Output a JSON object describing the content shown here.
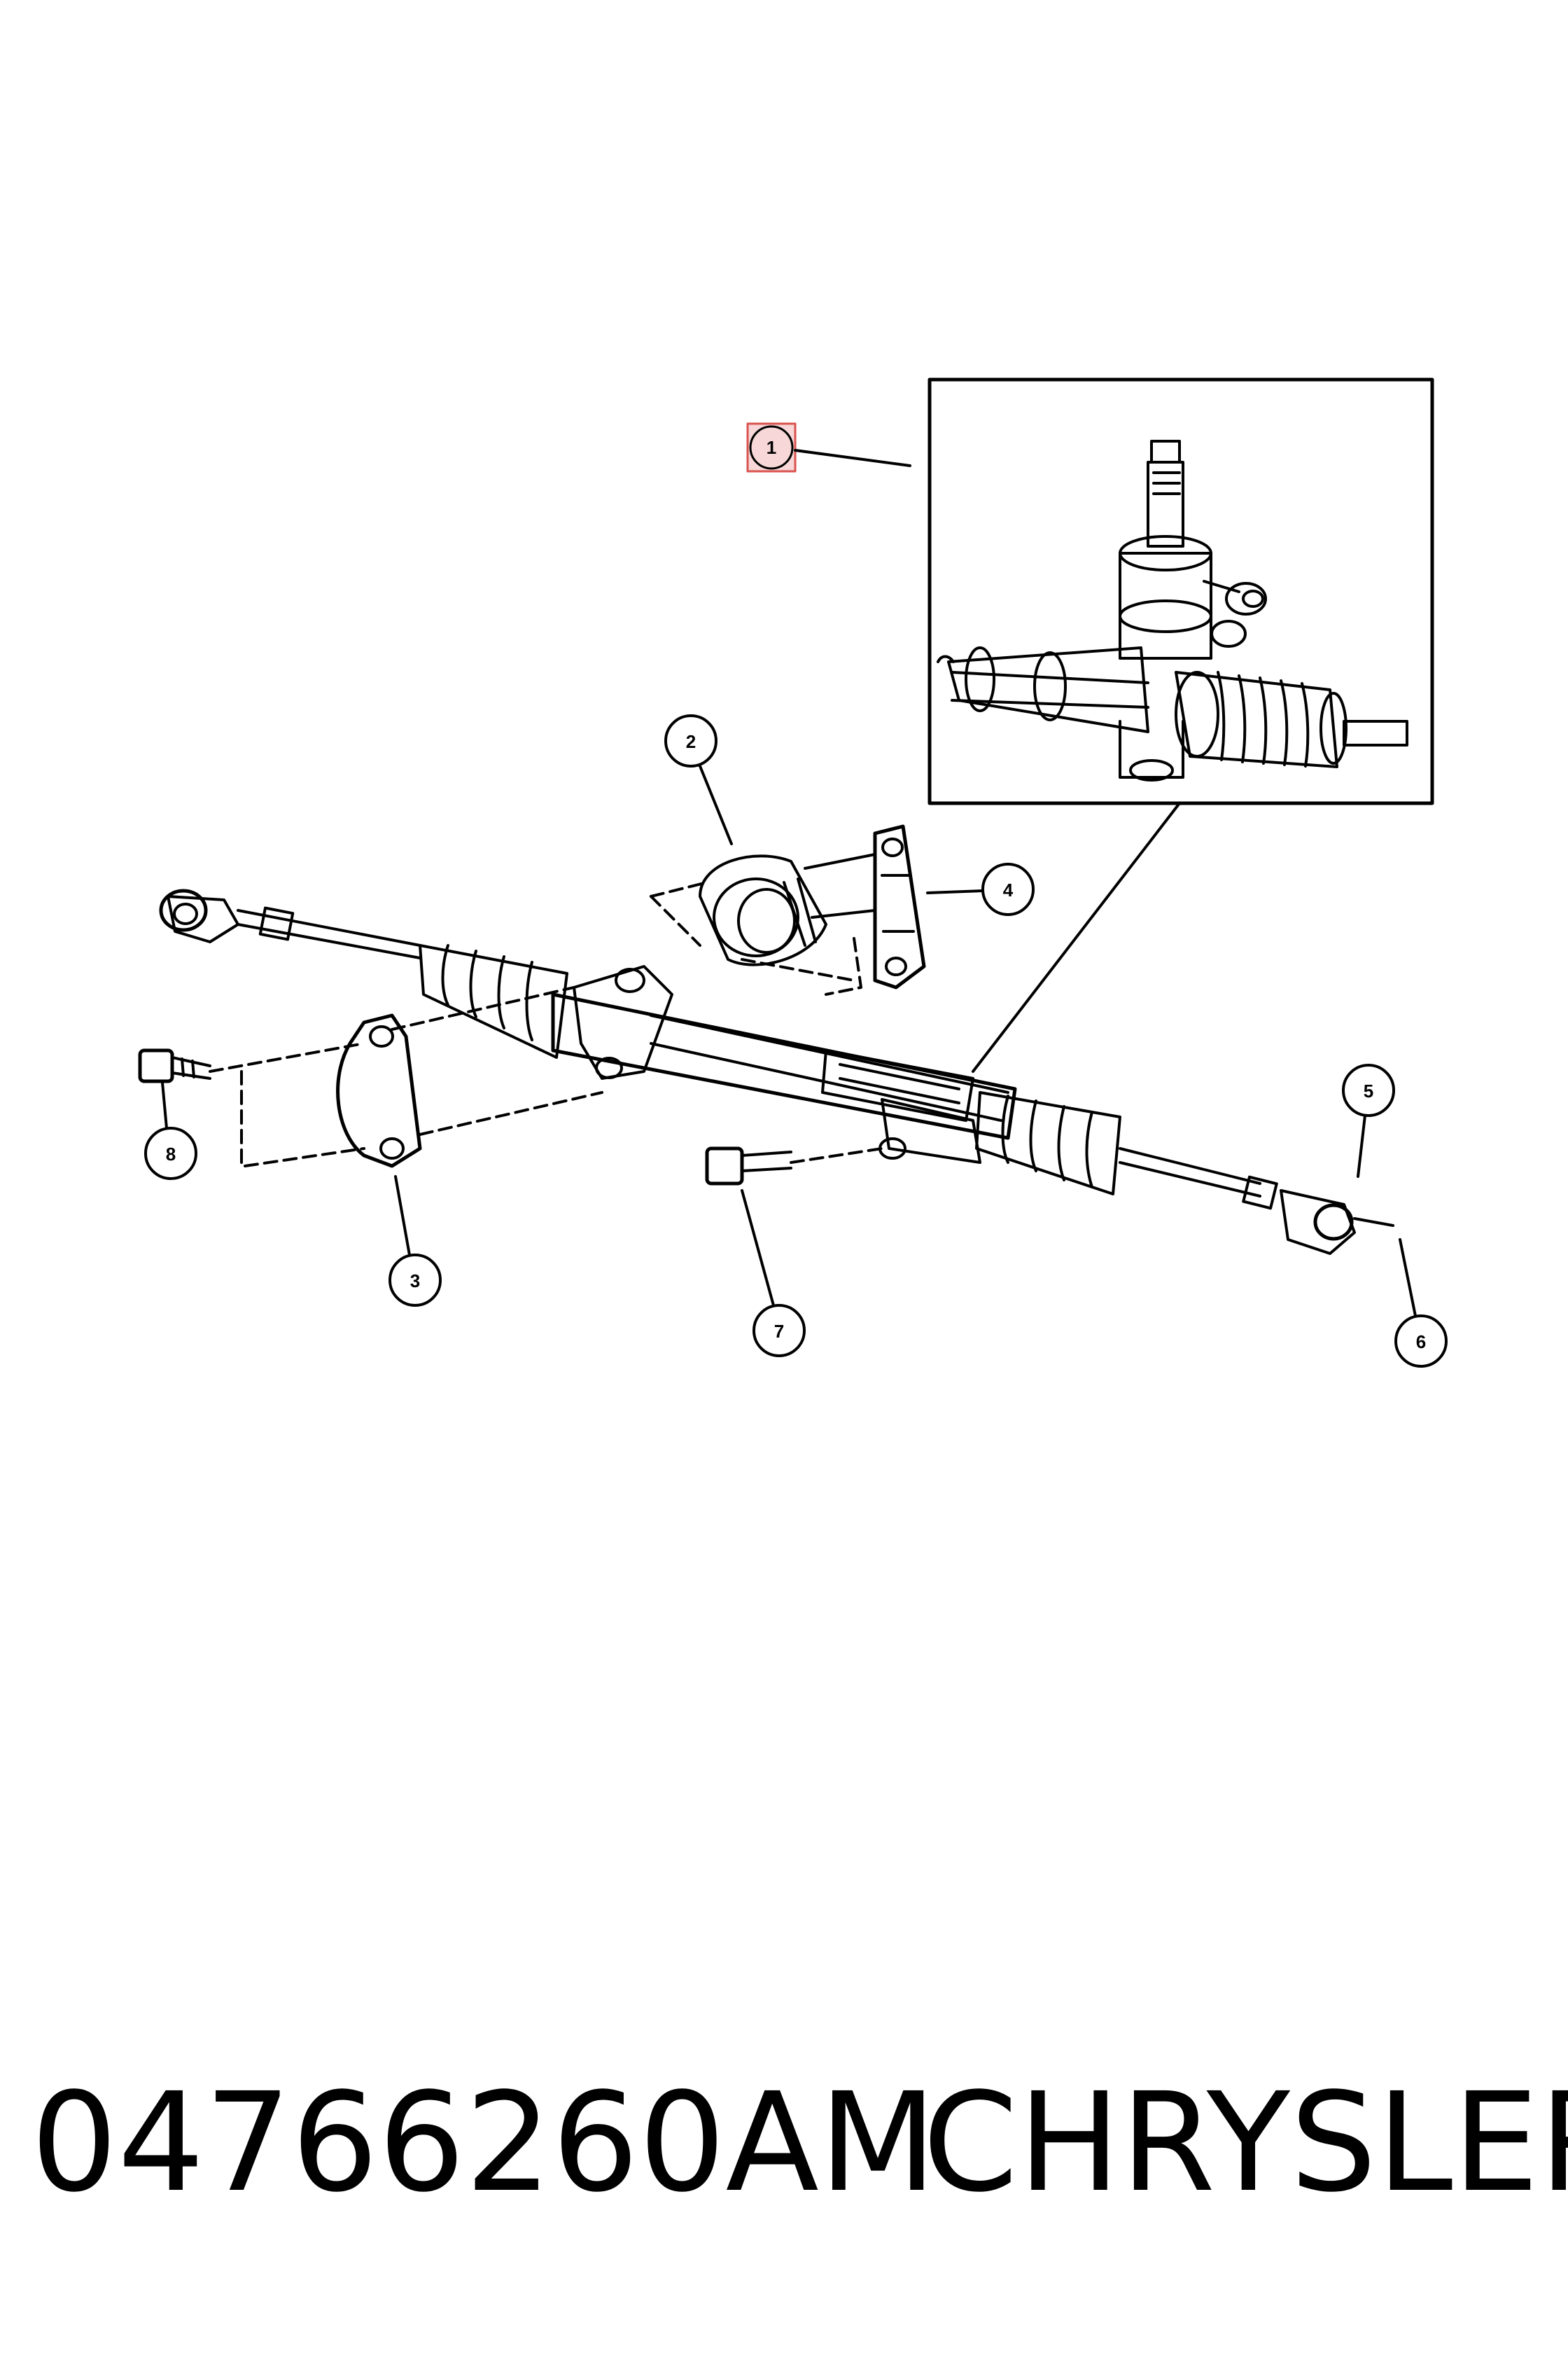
{
  "diagram": {
    "callouts": [
      {
        "id": "1",
        "label": "1",
        "highlighted": true
      },
      {
        "id": "2",
        "label": "2"
      },
      {
        "id": "3",
        "label": "3"
      },
      {
        "id": "4",
        "label": "4"
      },
      {
        "id": "5",
        "label": "5"
      },
      {
        "id": "6",
        "label": "6"
      },
      {
        "id": "7",
        "label": "7"
      },
      {
        "id": "8",
        "label": "8"
      }
    ],
    "highlight_color": "#d9534f",
    "line_color": "#000000"
  },
  "footer": {
    "part_number": "04766260AM",
    "brand": "CHRYSLER"
  }
}
